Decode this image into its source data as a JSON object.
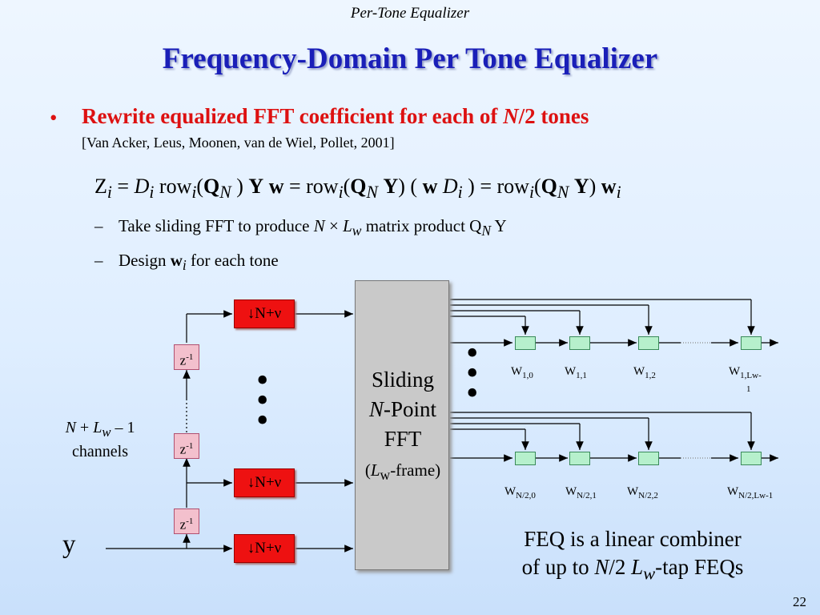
{
  "slide": {
    "header": "Per-Tone Equalizer",
    "title": "Frequency-Domain Per Tone Equalizer",
    "bullet_mark": "•",
    "bullet_text": "Rewrite equalized FFT coefficient for each of",
    "bullet_N": "N",
    "bullet_tail": "/2 tones",
    "citation": "[Van Acker, Leus, Moonen, van de Wiel, Pollet, 2001]",
    "sub_items": [
      {
        "dash": "–",
        "t1": "Take sliding FFT to produce",
        "N": "N",
        "times": "×",
        "L": "L",
        "w": "w",
        "t2": "matrix product Q",
        "QN": "N",
        "t3": "Y"
      },
      {
        "dash": "–",
        "t1": "Design",
        "wb": "w",
        "i": "i",
        "t2": "for each tone"
      }
    ],
    "page_number": "22"
  },
  "equation": {
    "Z": "Z",
    "i": "i",
    "eq": "=",
    "D": "D",
    "row": "row",
    "Q": "Q",
    "N": "N",
    "Y": "Y",
    "w": "w",
    "lp": "(",
    "rp": ")",
    "open": ") ( ",
    "close": " ) "
  },
  "diagram": {
    "decimator_label": "↓N+ν",
    "delay_base": "z",
    "delay_exp": "-1",
    "dots": "•",
    "fft": {
      "line1": "Sliding",
      "line2_N": "N",
      "line2_rest": "-Point",
      "line3": "FFT",
      "line4_open": "(",
      "line4_L": "L",
      "line4_w": "w",
      "line4_rest": "-frame)"
    },
    "channels": {
      "N": "N",
      "plus": "+",
      "L": "L",
      "w": "w",
      "minus_one": "– 1",
      "word": "channels"
    },
    "input_label": "y",
    "top_taps": [
      {
        "w": "W",
        "sub": "1,0"
      },
      {
        "w": "W",
        "sub": "1,1"
      },
      {
        "w": "W",
        "sub": "1,2"
      },
      {
        "w": "W",
        "sub": "1,Lw-",
        "sub2": "1"
      }
    ],
    "bottom_taps": [
      {
        "w": "W",
        "sub": "N/2,0"
      },
      {
        "w": "W",
        "sub": "N/2,1"
      },
      {
        "w": "W",
        "sub": "N/2,2"
      },
      {
        "w": "W",
        "sub": "N/2,Lw-1"
      }
    ],
    "caption_line1": "FEQ is a linear combiner",
    "caption_of": "of up to",
    "caption_N": "N",
    "caption_2": "/2",
    "caption_L": "L",
    "caption_w": "w",
    "caption_tail": "-tap FEQs"
  }
}
